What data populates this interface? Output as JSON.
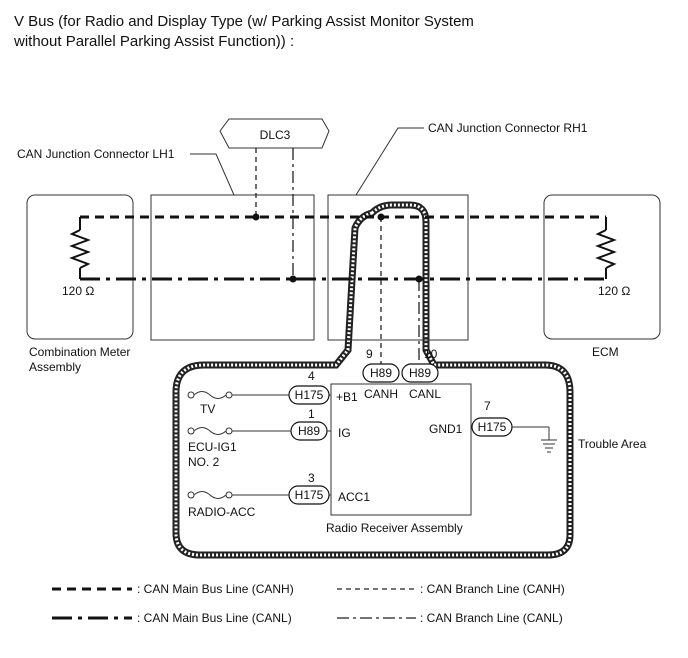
{
  "title": {
    "line1": "V Bus (for Radio and Display Type (w/ Parking Assist Monitor System",
    "line2": "without Parallel Parking Assist Function)) :"
  },
  "components": {
    "dlc3": "DLC3",
    "jc_lh1": "CAN Junction Connector LH1",
    "jc_rh1": "CAN Junction Connector RH1",
    "meter_line1": "Combination Meter",
    "meter_line2": "Assembly",
    "ecm": "ECM",
    "resistor_left": "120 Ω",
    "resistor_right": "120 Ω",
    "radio": "Radio Receiver Assembly",
    "trouble_area": "Trouble Area"
  },
  "connectors": {
    "canh": {
      "pin": "9",
      "conn": "H89",
      "name": "CANH"
    },
    "canl": {
      "pin": "10",
      "conn": "H89",
      "name": "CANL"
    },
    "b1": {
      "pin": "4",
      "conn": "H175",
      "name": "+B1"
    },
    "ig": {
      "pin": "1",
      "conn": "H89",
      "name": "IG"
    },
    "acc1": {
      "pin": "3",
      "conn": "H175",
      "name": "ACC1"
    },
    "gnd1": {
      "pin": "7",
      "conn": "H175",
      "name": "GND1"
    }
  },
  "fuses": {
    "tv": "TV",
    "ecu_ig1_line1": "ECU-IG1",
    "ecu_ig1_line2": "NO. 2",
    "radio_acc": "RADIO-ACC"
  },
  "legend": {
    "main_canh": ": CAN Main Bus Line (CANH)",
    "branch_canh": ": CAN Branch Line (CANH)",
    "main_canl": ": CAN Main Bus Line (CANL)",
    "branch_canl": ": CAN Branch Line (CANL)"
  }
}
